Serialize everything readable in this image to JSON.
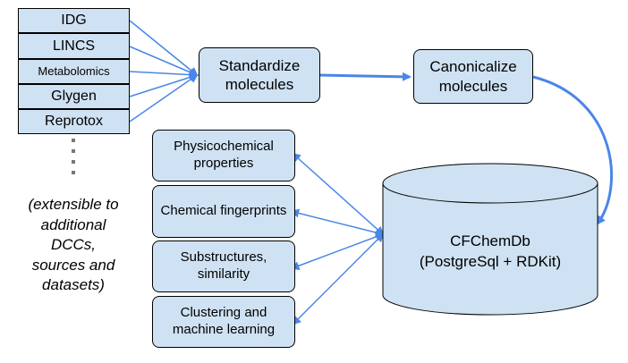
{
  "sources": [
    {
      "label": "IDG"
    },
    {
      "label": "LINCS"
    },
    {
      "label": "Metabolomics"
    },
    {
      "label": "Glygen"
    },
    {
      "label": "Reprotox"
    }
  ],
  "extensible_note": "(extensible to additional DCCs, sources and datasets)",
  "steps": {
    "standardize": "Standardize molecules",
    "canonicalize": "Canonicalize molecules"
  },
  "database": {
    "name": "CFChemDb",
    "stack": "(PostgreSql + RDKit)"
  },
  "features": [
    {
      "label": "Physicochemical properties"
    },
    {
      "label": "Chemical fingerprints"
    },
    {
      "label": "Substructures, similarity"
    },
    {
      "label": "Clustering and machine learning"
    }
  ],
  "colors": {
    "box_fill": "#cfe2f3",
    "box_border": "#000000",
    "arrow": "#4a86e8",
    "dots": "#777777"
  }
}
